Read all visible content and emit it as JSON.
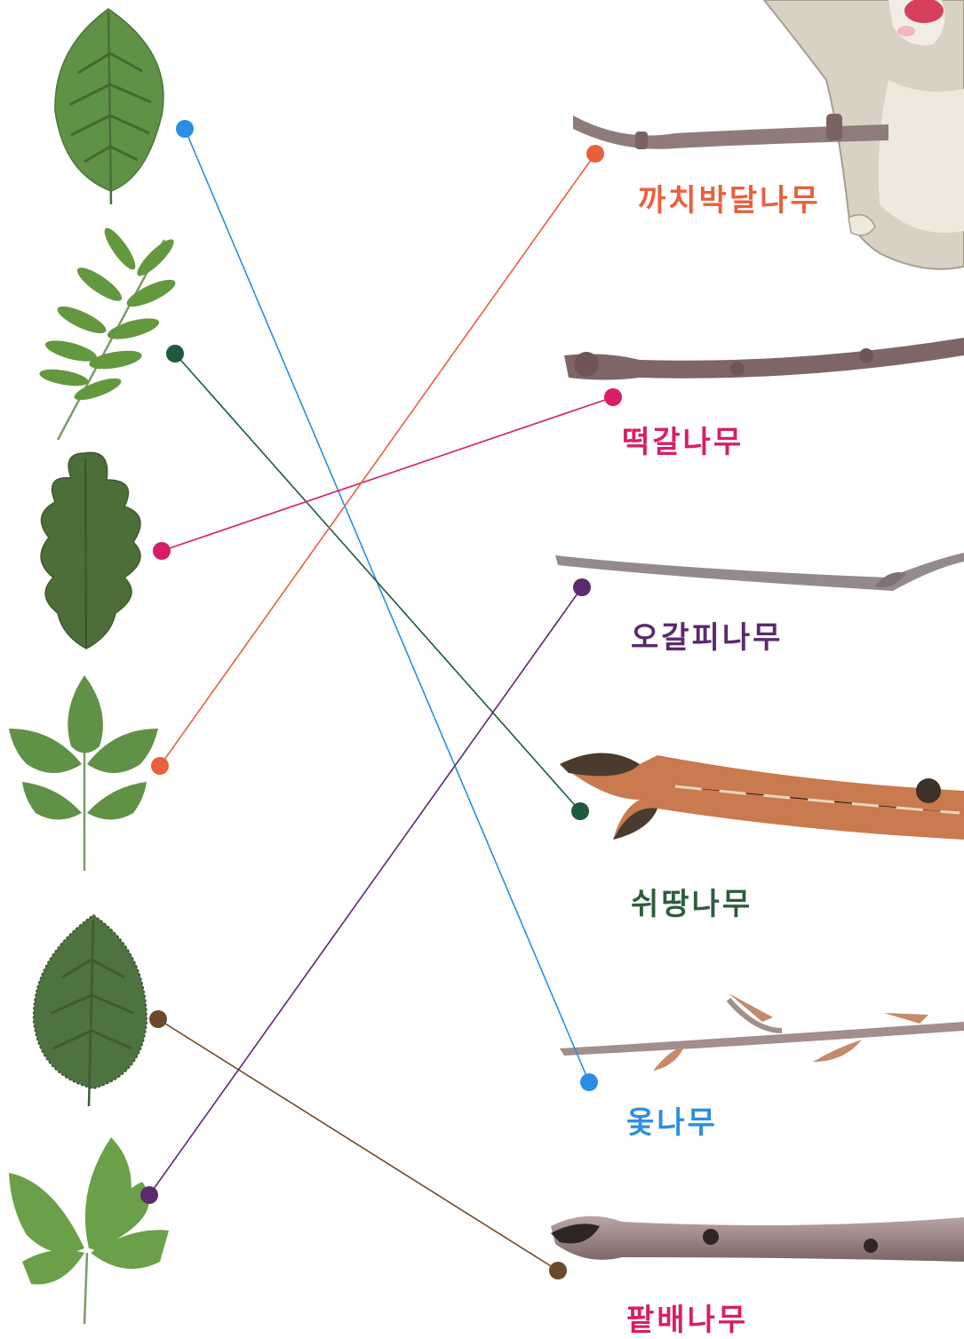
{
  "tree_names": [
    {
      "key": "kachi",
      "label": "까치박달나무",
      "color": "#e8603c"
    },
    {
      "key": "tteok",
      "label": "떡갈나무",
      "color": "#d81e64"
    },
    {
      "key": "ogal",
      "label": "오갈피나무",
      "color": "#5b2a6e"
    },
    {
      "key": "swi",
      "label": "쉬땅나무",
      "color": "#2f5e3d"
    },
    {
      "key": "ot",
      "label": "옻나무",
      "color": "#2a8ee6"
    },
    {
      "key": "pat",
      "label": "팥배나무",
      "color": "#d81e64"
    }
  ],
  "leaves": [
    "oval-leaf",
    "pinnate-leaf",
    "lobed-oak-leaf",
    "trifoliate-pinnate-leaf",
    "serrated-ovate-leaf",
    "palmate-leaf"
  ],
  "twigs": [
    "twig-kachi",
    "twig-tteok",
    "twig-ogal",
    "twig-swi",
    "twig-ot",
    "twig-pat"
  ],
  "connections": [
    {
      "color": "#2a8ee6",
      "from_leaf": "oval-leaf",
      "to_twig": "twig-ot"
    },
    {
      "color": "#1e5a3c",
      "from_leaf": "pinnate-leaf",
      "to_twig": "twig-swi"
    },
    {
      "color": "#d81e64",
      "from_leaf": "lobed-oak-leaf",
      "to_twig": "twig-tteok"
    },
    {
      "color": "#e8603c",
      "from_leaf": "trifoliate-pinnate-leaf",
      "to_twig": "twig-kachi"
    },
    {
      "color": "#6b4a2c",
      "from_leaf": "serrated-ovate-leaf",
      "to_twig": "twig-pat"
    },
    {
      "color": "#5b2a6e",
      "from_leaf": "palmate-leaf",
      "to_twig": "twig-ogal"
    }
  ]
}
